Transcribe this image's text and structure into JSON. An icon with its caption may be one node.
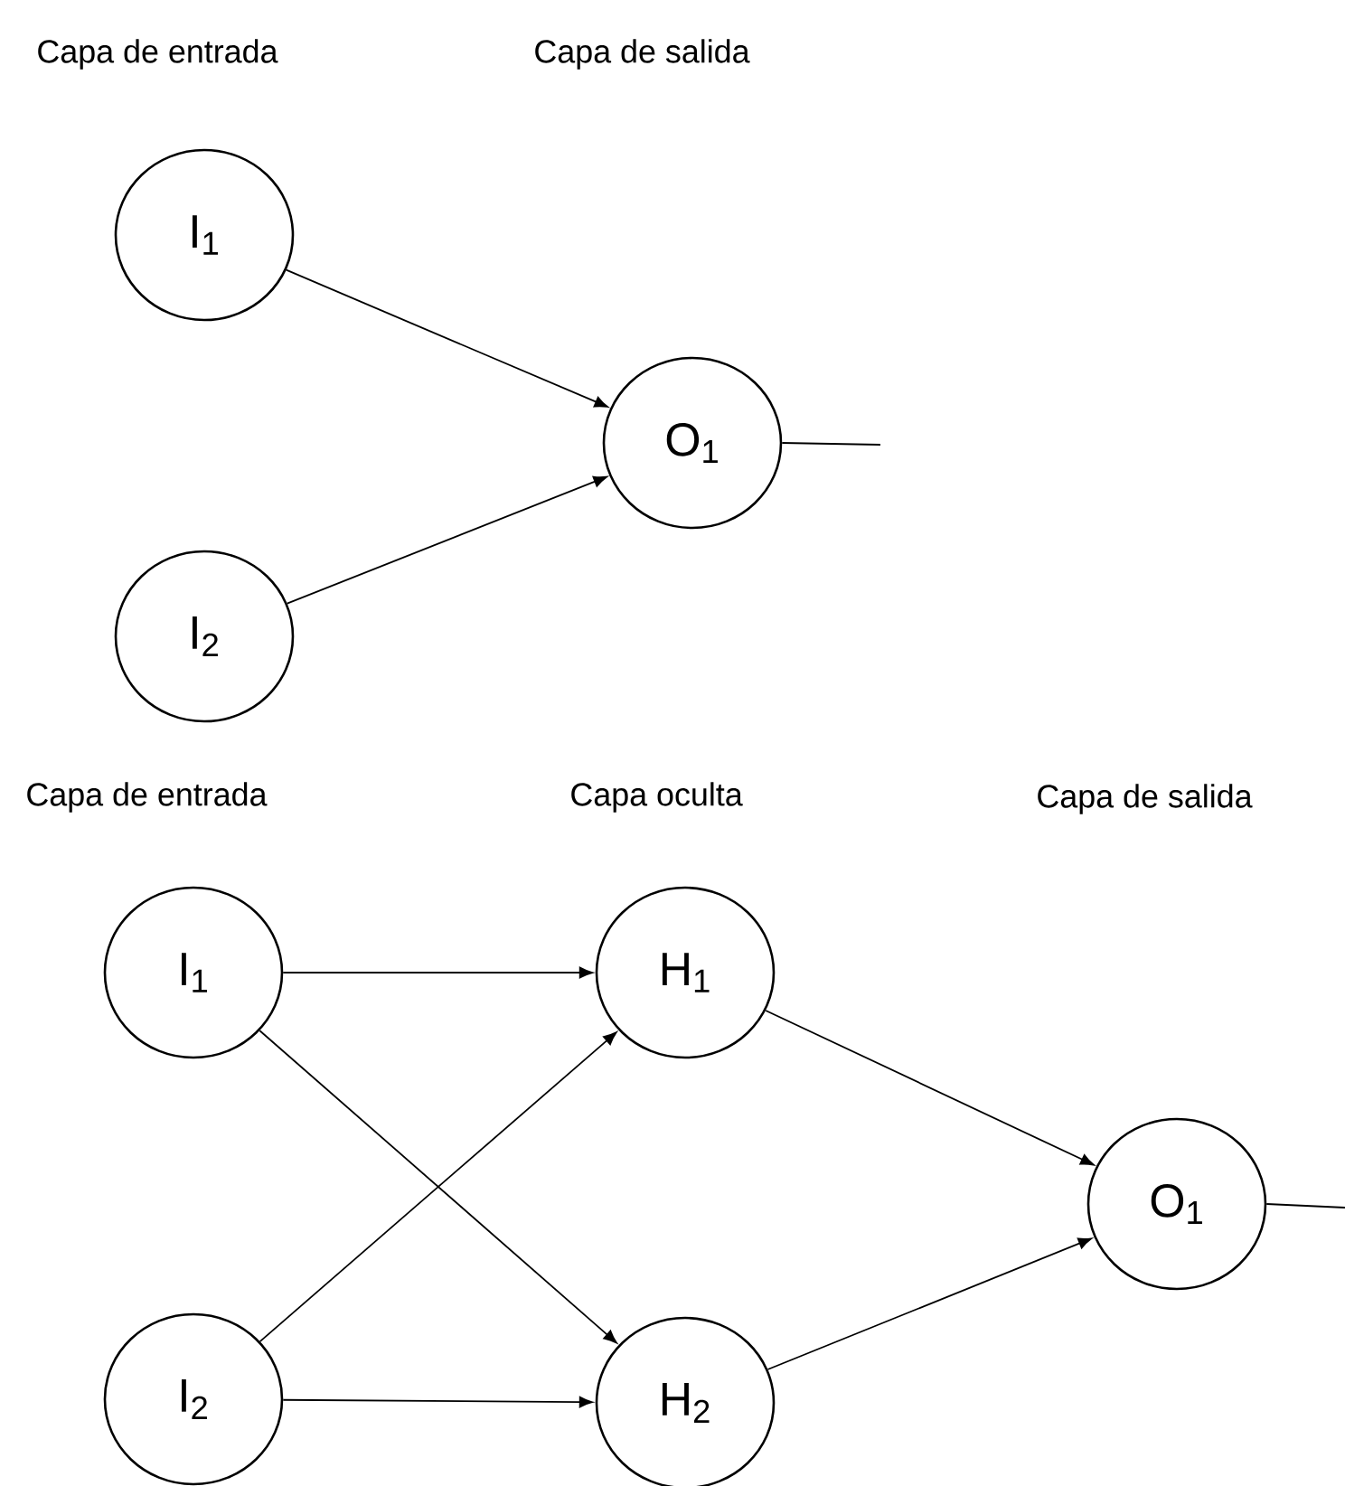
{
  "diagram": {
    "nodes": [
      {
        "text": [
          "I$_{1}$"
        ]
      },
      {
        "text": [
          "I$_{2}$"
        ]
      },
      {
        "text": [
          "O$_{1}$"
        ]
      },
      {
        "text": [
          "I$_{1}$"
        ]
      },
      {
        "text": [
          "I$_{2}$"
        ]
      },
      {
        "text": [
          "H$_{1}$"
        ]
      },
      {
        "text": [
          "H$_{2}$"
        ]
      },
      {
        "text": [
          "O$_{1}$"
        ]
      }
    ],
    "edges": [
      {
        "from": 0,
        "to": 2,
        "arrow": "to"
      },
      {
        "from": 1,
        "to": 2,
        "arrow": "to"
      },
      {
        "from": 2,
        "to": null,
        "arrow": "none"
      },
      {
        "from": 3,
        "to": 5,
        "arrow": "to"
      },
      {
        "from": 3,
        "to": 6,
        "arrow": "to"
      },
      {
        "from": 4,
        "to": 5,
        "arrow": "to"
      },
      {
        "from": 4,
        "to": 6,
        "arrow": "to"
      },
      {
        "from": 5,
        "to": 7,
        "arrow": "to"
      },
      {
        "from": 6,
        "to": 7,
        "arrow": "to"
      },
      {
        "from": 7,
        "to": null,
        "arrow": "none"
      }
    ],
    "labels": [
      "Capa de entrada",
      "Capa de salida",
      "Capa de entrada",
      "Capa oculta",
      "Capa de salida"
    ]
  }
}
